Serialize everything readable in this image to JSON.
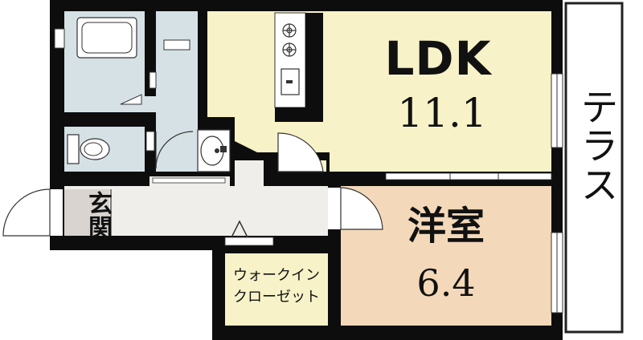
{
  "rooms": {
    "ldk": {
      "name": "LDK",
      "area": "11.1",
      "color": "#f7f2c8"
    },
    "western_room": {
      "name": "洋室",
      "area": "6.4",
      "color": "#f3d9b9"
    },
    "genkan": {
      "name": "玄関",
      "color": "#d9d4cf"
    },
    "walk_in_closet": {
      "line1": "ウォークイン",
      "line2": "クローゼット",
      "color": "#f7f2c8"
    },
    "terrace": {
      "chars": [
        "テ",
        "ラ",
        "ス"
      ]
    }
  },
  "colors": {
    "wall": "#0d0d0d",
    "wet_area": "#d6e1e6",
    "hallway": "#efeeea",
    "terrace_border": "#222222"
  }
}
